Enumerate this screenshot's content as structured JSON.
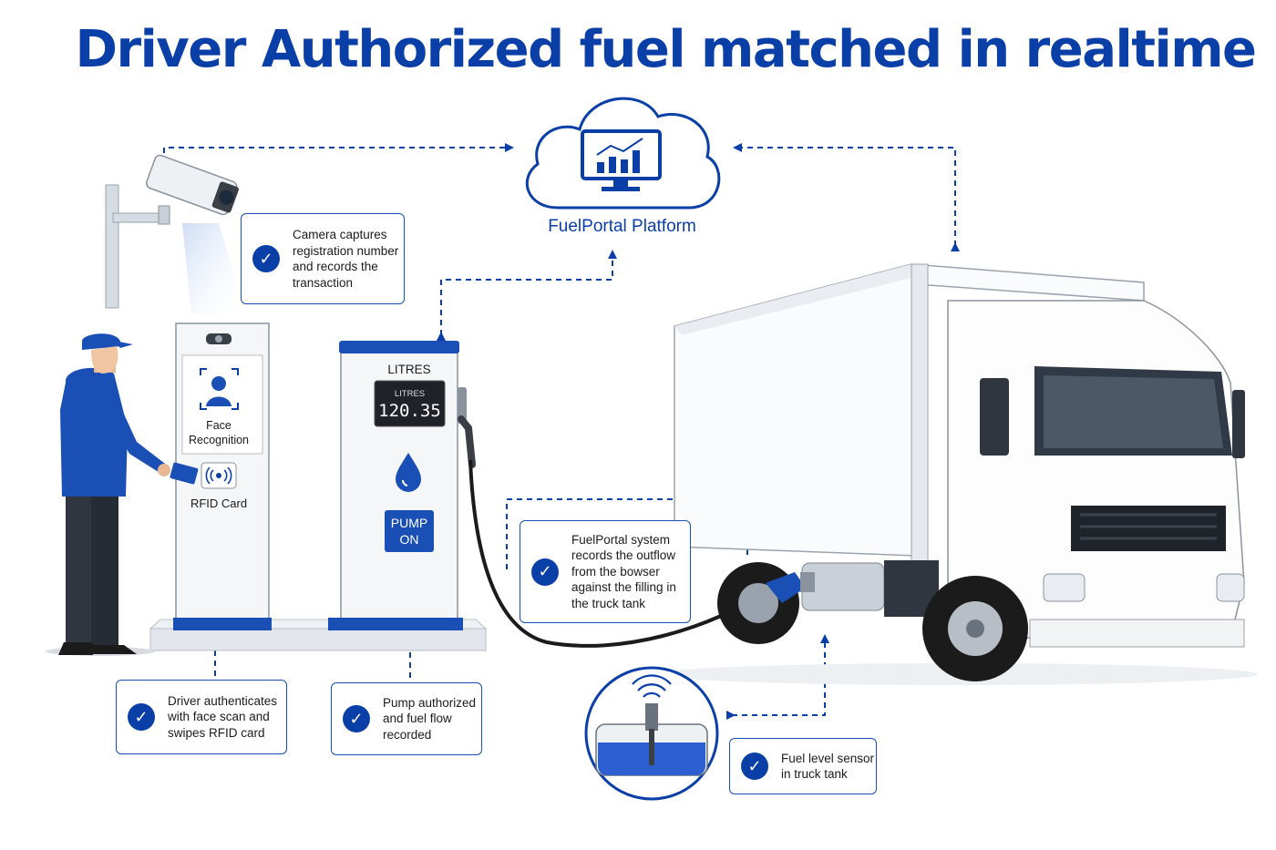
{
  "title": "Driver Authorized fuel matched in realtime",
  "platform": {
    "label": "FuelPortal Platform",
    "icon": "chart-monitor-icon"
  },
  "kiosk": {
    "face_label": "Face\nRecognition",
    "rfid_label": "RFID Card"
  },
  "pump": {
    "header": "LITRES",
    "display_caption": "LITRES",
    "display_value": "120.35",
    "button_label": "PUMP\nON"
  },
  "callouts": {
    "camera": "Camera captures\nregistration number\nand records the\ntransaction",
    "driver": "Driver authenticates\nwith face scan and\nswipes RFID card",
    "pump": "Pump authorized\nand fuel flow\nrecorded",
    "portal": "FuelPortal system\nrecords the outflow\nfrom the bowser\nagainst the filling in\nthe truck tank",
    "sensor": "Fuel level sensor\nin truck tank"
  },
  "colors": {
    "brand": "#0a3fa8",
    "accent": "#1a4fb5",
    "fuel": "#2d5fd0"
  }
}
